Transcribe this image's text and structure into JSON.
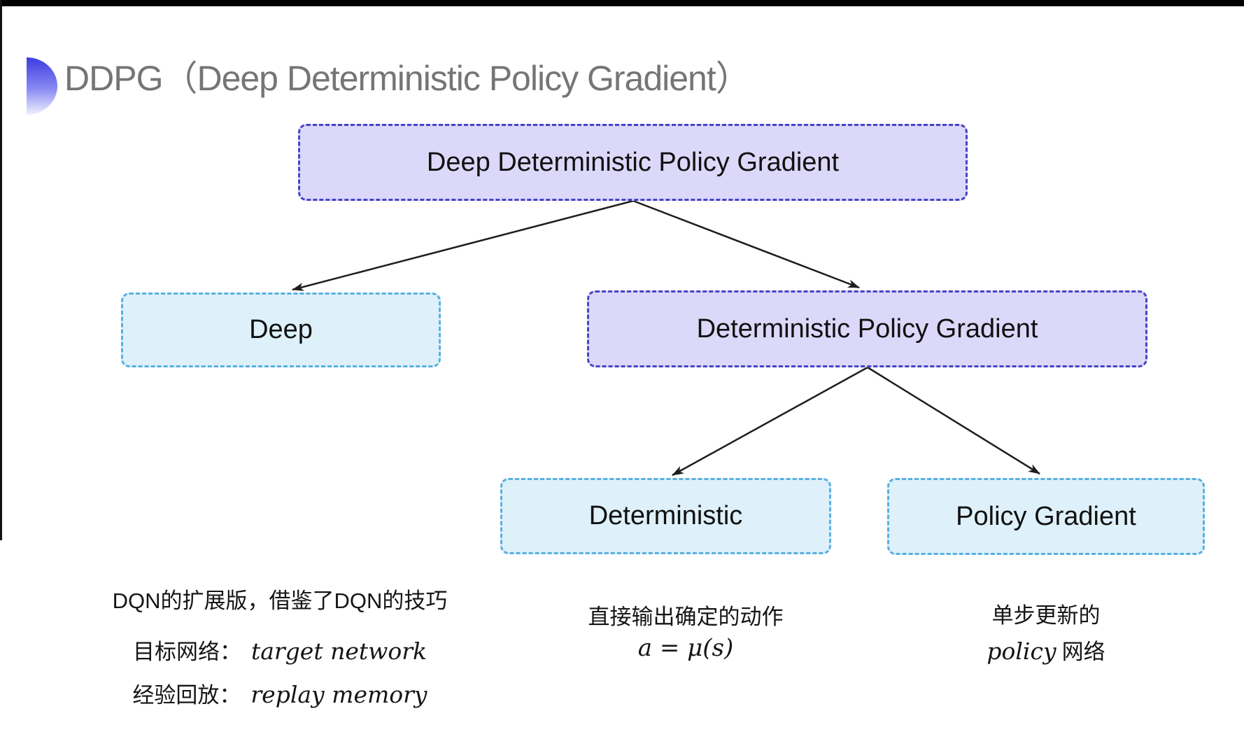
{
  "page": {
    "title": "DDPG（Deep Deterministic Policy Gradient）"
  },
  "tree": {
    "root": {
      "label": "Deep Deterministic Policy Gradient"
    },
    "children": [
      {
        "label": "Deep"
      },
      {
        "label": "Deterministic Policy Gradient"
      }
    ],
    "grandchildren": [
      {
        "label": "Deterministic"
      },
      {
        "label": "Policy Gradient"
      }
    ]
  },
  "notes": {
    "deep": {
      "line1": "DQN的扩展版，借鉴了DQN的技巧",
      "line2_zh": "目标网络：",
      "line2_en": "target network",
      "line3_zh": "经验回放：",
      "line3_en": "replay memory"
    },
    "deterministic": {
      "line1": "直接输出确定的动作",
      "line2": "a = μ(s)"
    },
    "policy_gradient": {
      "line1": "单步更新的",
      "line2_en": "policy",
      "line2_zh": "网络"
    }
  },
  "colors": {
    "purple_fill": "#dcd8f9",
    "purple_border": "#4643c8",
    "blue_fill": "#def1fb",
    "blue_border": "#58b0e0",
    "title_color": "#757575",
    "arrow_color": "#1e1e1e",
    "icon_top": "#3c3ce2",
    "icon_bottom": "#eef1fd"
  }
}
